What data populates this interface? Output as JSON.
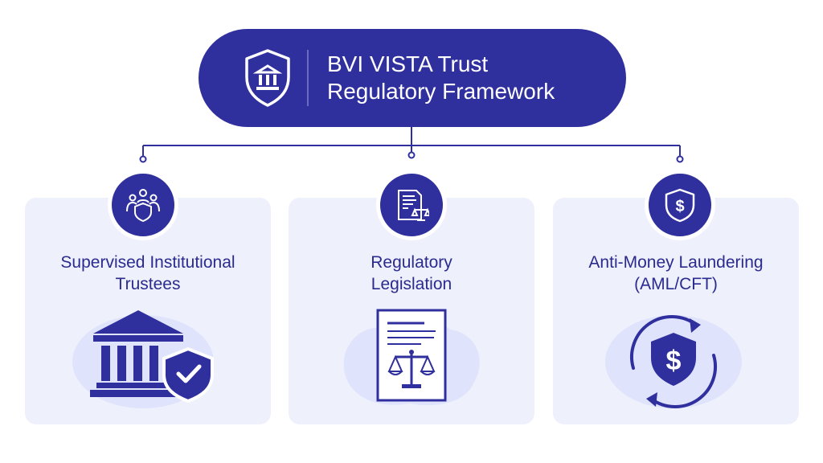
{
  "root": {
    "title_line1": "BVI VISTA Trust",
    "title_line2": "Regulatory Framework",
    "icon": "bank-shield-icon"
  },
  "nodes": [
    {
      "title_line1": "Supervised Institutional",
      "title_line2": "Trustees",
      "badge_icon": "people-shield-icon",
      "illustration": "bank-building-check-shield-icon"
    },
    {
      "title_line1": "Regulatory",
      "title_line2": "Legislation",
      "badge_icon": "document-scales-icon",
      "illustration": "legal-document-scales-icon"
    },
    {
      "title_line1": "Anti-Money Laundering",
      "title_line2": "(AML/CFT)",
      "badge_icon": "dollar-shield-icon",
      "illustration": "dollar-shield-cycle-arrows-icon"
    }
  ],
  "colors": {
    "primary": "#2f2f9e",
    "text": "#2b2b8f",
    "card_bg": "#eef0fc",
    "blob": "#dfe3fb"
  }
}
